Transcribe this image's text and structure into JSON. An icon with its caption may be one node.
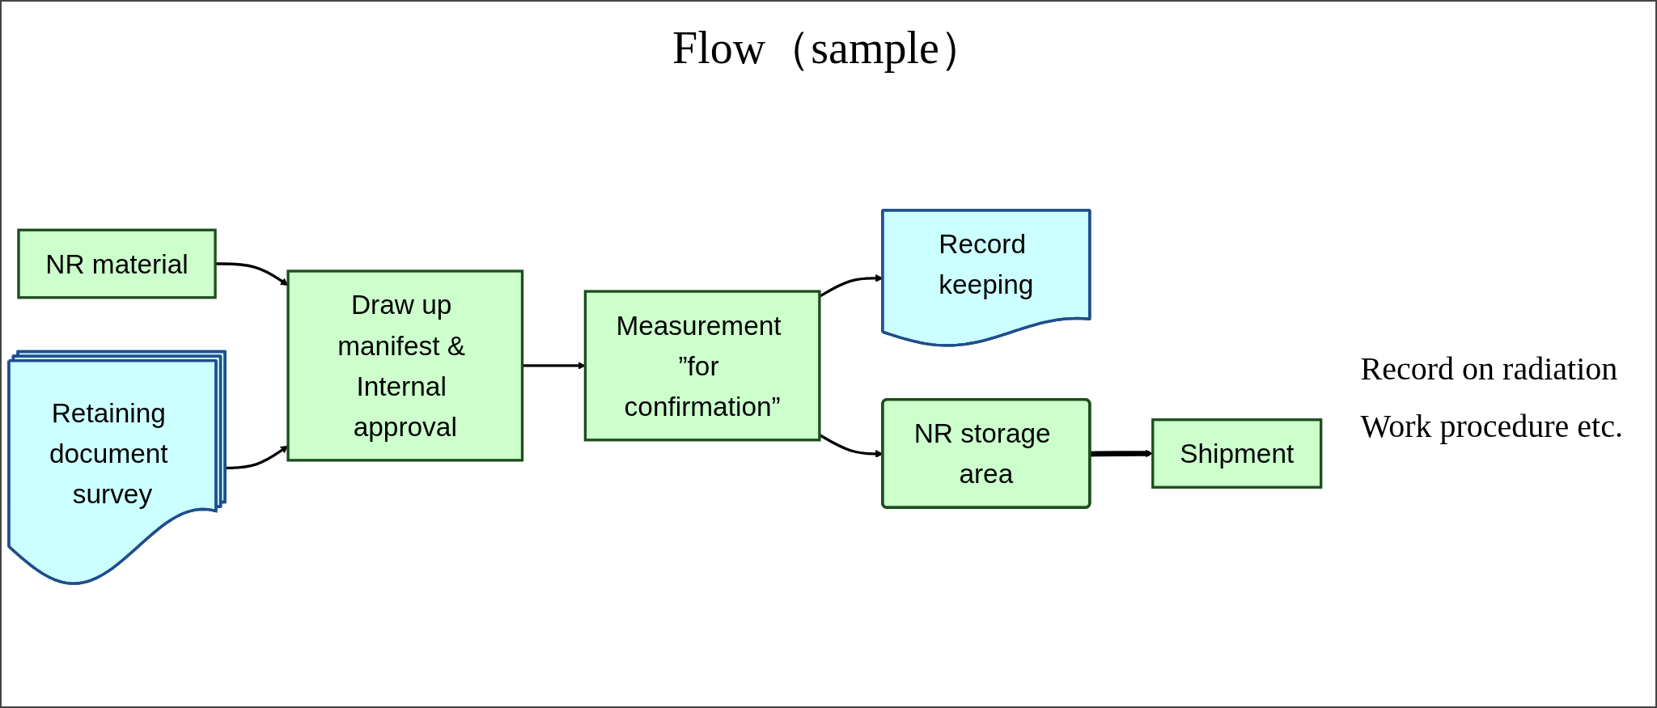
{
  "diagram": {
    "title": "Flow（sample）",
    "nodes": [
      {
        "text": [
          "NR material"
        ]
      },
      {
        "text": [
          "Draw up manifest & Internal approval"
        ]
      },
      {
        "text": [
          "Measurement ”for confirmation”"
        ]
      },
      {
        "text": [
          "Record keeping"
        ]
      },
      {
        "text": [
          "NR storage area"
        ]
      },
      {
        "text": [
          "Shipment"
        ]
      },
      {
        "text": [
          "Retaining document survey"
        ]
      }
    ],
    "edges": [
      {
        "from": 0,
        "to": 1,
        "arrow": "to"
      },
      {
        "from": 6,
        "to": 1,
        "arrow": "to"
      },
      {
        "from": 1,
        "to": 2,
        "arrow": "to"
      },
      {
        "from": 2,
        "to": 4,
        "arrow": "to"
      },
      {
        "from": 2,
        "to": 3,
        "arrow": "to"
      },
      {
        "from": 4,
        "to": 5,
        "arrow": "to",
        "style": "thick"
      }
    ],
    "labels": [
      "Record on radiation",
      "Work procedure etc."
    ]
  }
}
